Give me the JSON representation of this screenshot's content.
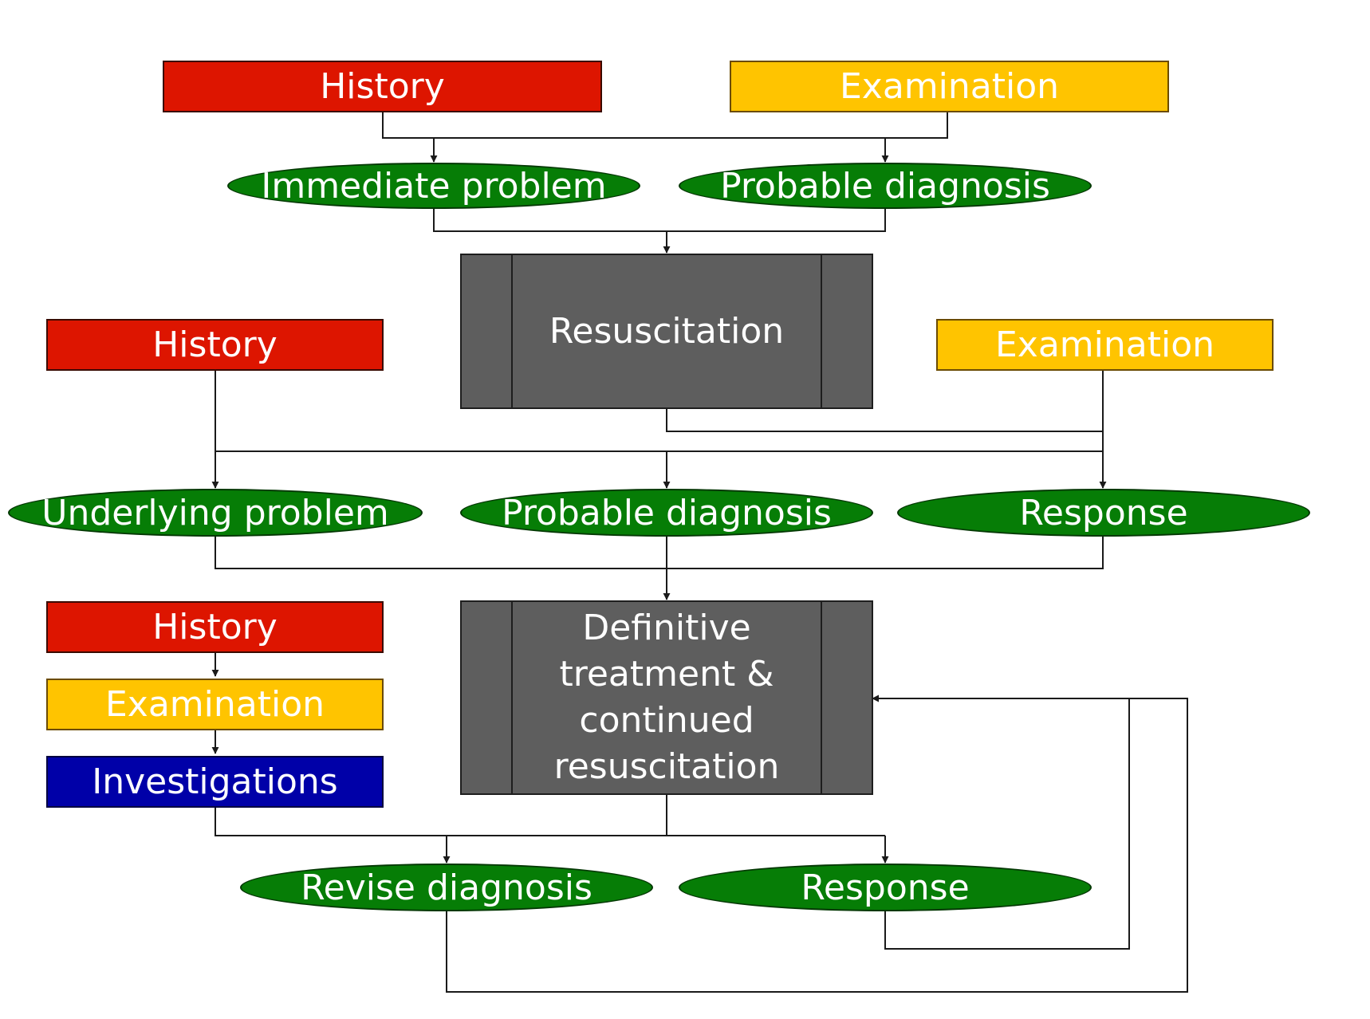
{
  "stage1": {
    "history": "History",
    "examination": "Examination",
    "immediate_problem": "Immediate problem",
    "probable_diagnosis": "Probable diagnosis",
    "resuscitation": "Resuscitation"
  },
  "stage2": {
    "history": "History",
    "examination": "Examination",
    "underlying_problem": "Underlying problem",
    "probable_diagnosis": "Probable diagnosis",
    "response": "Response",
    "definitive_treatment": "Definitive treatment & continued resuscitation"
  },
  "stage3": {
    "history": "History",
    "examination": "Examination",
    "investigations": "Investigations",
    "revise_diagnosis": "Revise diagnosis",
    "response": "Response"
  },
  "colors": {
    "history": "#dd1500",
    "examination": "#ffc400",
    "investigations": "#0000a8",
    "outcome": "#067d06",
    "process": "#5e5e5e",
    "connector": "#1a1a1a"
  }
}
